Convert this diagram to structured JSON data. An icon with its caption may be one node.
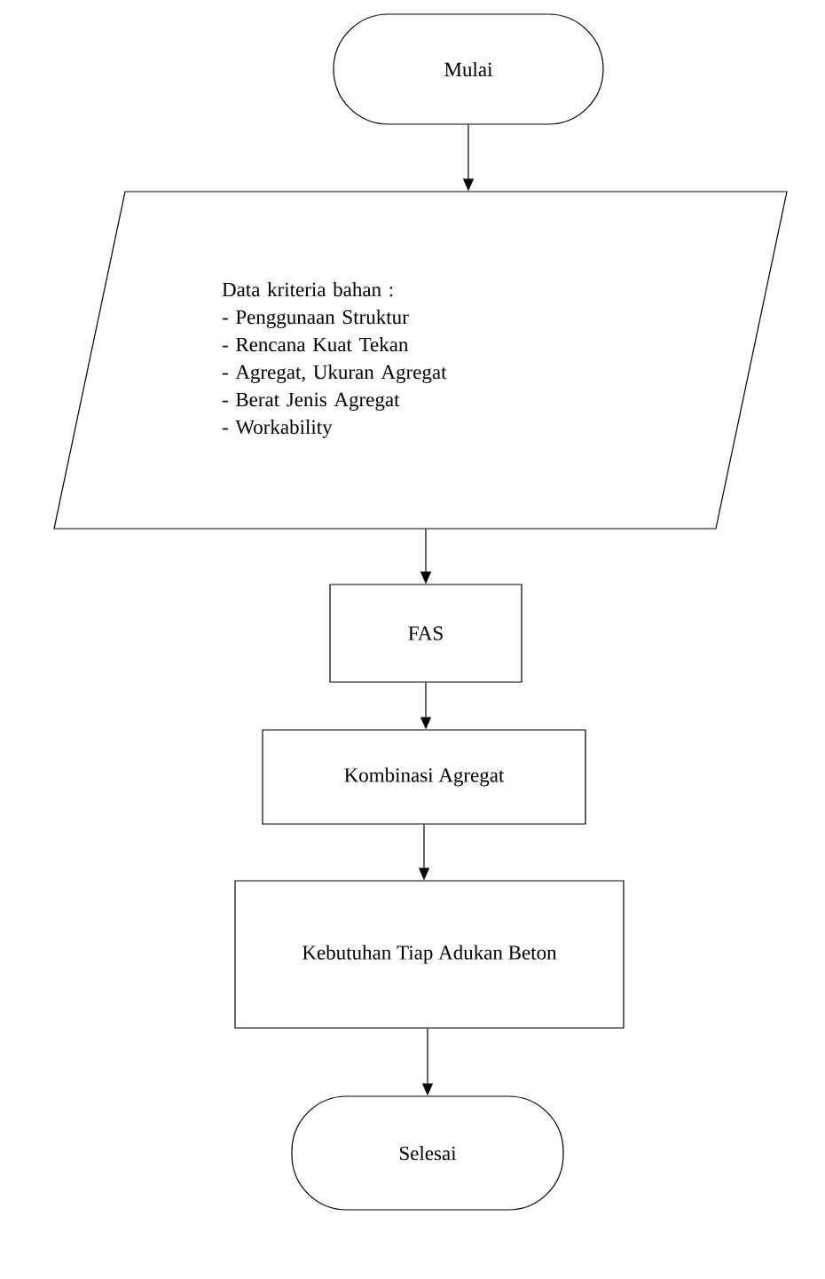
{
  "diagram": {
    "nodes": [
      {
        "text": [
          "Mulai"
        ]
      },
      {
        "text": [
          "Data kriteria bahan :",
          "- Penggunaan Struktur",
          "- Rencana Kuat Tekan",
          "- Agregat, Ukuran Agregat",
          "- Berat Jenis Agregat",
          "- Workability"
        ]
      },
      {
        "text": [
          "FAS"
        ]
      },
      {
        "text": [
          "Kombinasi Agregat"
        ]
      },
      {
        "text": [
          "Kebutuhan  Tiap Adukan Beton"
        ]
      },
      {
        "text": [
          "Selesai"
        ]
      }
    ],
    "edges": [
      {
        "from": 0,
        "to": 1,
        "arrow": "to"
      },
      {
        "from": 1,
        "to": 2,
        "arrow": "to"
      },
      {
        "from": 2,
        "to": 3,
        "arrow": "to"
      },
      {
        "from": 3,
        "to": 4,
        "arrow": "to"
      },
      {
        "from": 4,
        "to": 5,
        "arrow": "to"
      }
    ]
  }
}
